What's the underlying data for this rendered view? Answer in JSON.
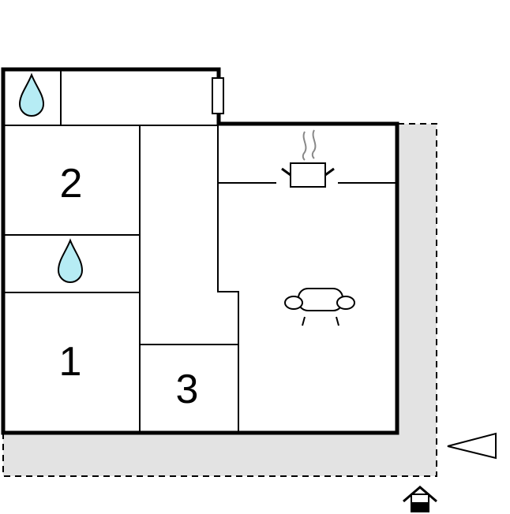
{
  "floorplan": {
    "rooms": [
      {
        "id": "bedroom-2",
        "label": "2"
      },
      {
        "id": "bedroom-1",
        "label": "1"
      },
      {
        "id": "bedroom-3",
        "label": "3"
      }
    ],
    "icons": [
      "water-drop-icon",
      "water-drop-icon",
      "cooking-pot-icon",
      "sofa-icon",
      "entrance-house-icon",
      "direction-triangle-icon"
    ],
    "colors": {
      "wall": "#000000",
      "terrace": "#e3e3e3",
      "water": "#b6ecf4"
    }
  }
}
